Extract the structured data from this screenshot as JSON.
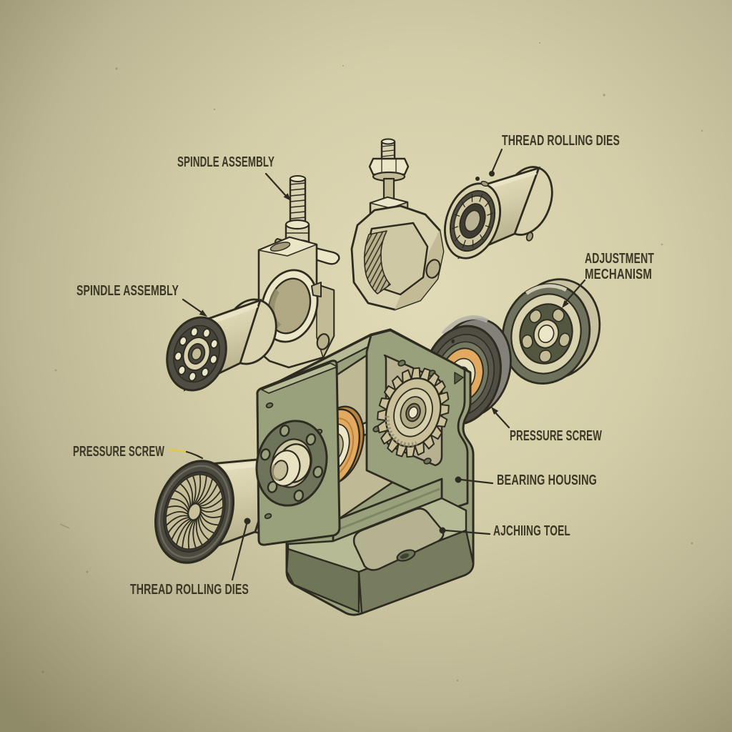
{
  "meta": {
    "description": "Vintage exploded-view technical illustration of a thread rolling tool on aged paper",
    "style": "hand-drawn isometric engineering diagram"
  },
  "colors": {
    "paper": "#d6d0ab",
    "paper_edge": "#918c6a",
    "ink_outline": "#2e2c20",
    "bone_metal": "#d9d2ae",
    "housing_green": "#99a07c",
    "bearing_dark": "#514e45",
    "bearing_orange": "#e2aa61",
    "gear_tan": "#c9c09a",
    "label_ink": "#3a3726",
    "highlight_dash": "#ddc952"
  },
  "labels": {
    "spindle_assembly_top": "SPINDLE ASSEMBLY",
    "thread_rolling_dies_top": "THREAD ROLLING DIES",
    "spindle_assembly_left": "SPINDLE ASSEMBLY",
    "adjustment_mechanism_line1": "ADJUSTMENT",
    "adjustment_mechanism_line2": "MECHANISM",
    "pressure_screw_left": "PRESSURE SCREW",
    "pressure_screw_right": "PRESSURE SCREW",
    "bearing_housing": "BEARING HOUSING",
    "adjusting_tool": "AJCHIING TOEL",
    "thread_rolling_dies_bottom": "THREAD ROLLING DIES"
  }
}
